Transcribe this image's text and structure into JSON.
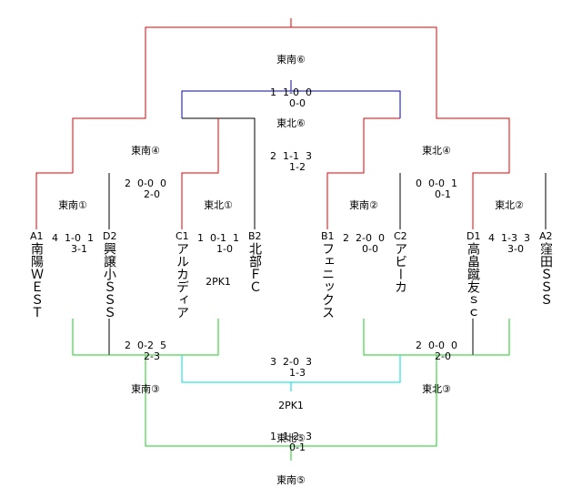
{
  "colors": {
    "red": "#e60000",
    "blue": "#0000cc",
    "green": "#22cc22",
    "cyan": "#00dddd",
    "black": "#000000"
  },
  "teams": [
    {
      "code": "A1",
      "name": "南陽ＷＥＳＴ"
    },
    {
      "code": "D2",
      "name": "興譲小ＳＳＳ"
    },
    {
      "code": "C1",
      "name": "アルカディア"
    },
    {
      "code": "B2",
      "name": "北部ＦＣ"
    },
    {
      "code": "B1",
      "name": "フェニックス"
    },
    {
      "code": "C2",
      "name": "アビーカ"
    },
    {
      "code": "D1",
      "name": "高畠蹴友ｓｃ"
    },
    {
      "code": "A2",
      "name": "窪田ＳＳＳ"
    }
  ],
  "matches": {
    "se1": {
      "label": "東南①",
      "score": "4  1-0  1\n    3-1"
    },
    "ne1": {
      "label": "東北①",
      "score": "1  0-1  1\n    1-0",
      "pk": "2PK1"
    },
    "se2": {
      "label": "東南②",
      "score": "2  2-0  0\n    0-0"
    },
    "ne2": {
      "label": "東北②",
      "score": "4  1-3  3\n    3-0"
    },
    "se4": {
      "label": "東南④",
      "score": "2  0-0  0\n    2-0"
    },
    "ne4": {
      "label": "東北④",
      "score": "0  0-0  1\n    0-1"
    },
    "ne6": {
      "label": "東北⑥",
      "score": "2  1-1  3\n    1-2"
    },
    "se6": {
      "label": "東南⑥",
      "score": "1  1-0  0\n    0-0"
    },
    "se3": {
      "label": "東南③",
      "score": "2  0-2  5\n    2-3"
    },
    "ne3": {
      "label": "東北③",
      "score": "2  0-0  0\n    2-0"
    },
    "ne5": {
      "label": "東北⑤",
      "score": "3  2-0  3\n    1-3",
      "pk": "2PK1"
    },
    "se5": {
      "label": "東南⑤",
      "score": "1  1-2  3\n    0-1"
    }
  }
}
